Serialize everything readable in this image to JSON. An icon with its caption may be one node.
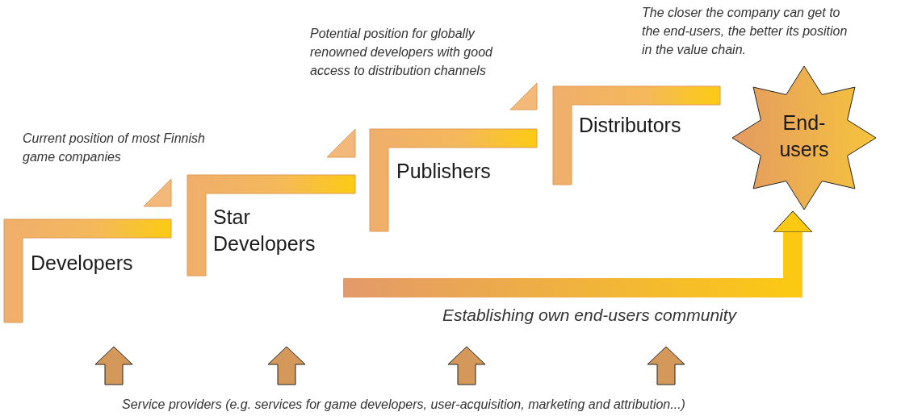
{
  "diagram": {
    "nodes": [
      {
        "text": [
          "Developers"
        ]
      },
      {
        "text": [
          "Star Developers"
        ]
      },
      {
        "text": [
          "Publishers"
        ]
      },
      {
        "text": [
          "Distributors"
        ]
      },
      {
        "text": [
          "End-users"
        ]
      }
    ],
    "edges": [
      {
        "from": null,
        "to": 4,
        "arrow": "to",
        "label": "Establishing own end-users community",
        "color": "#fbc914"
      }
    ],
    "labels": [
      "The closer the company can get to the end-users, the better its position in the value chain.",
      "Potential position for globally renowned developers with good access to distribution channels",
      "Current position of most Finnish game companies",
      "Service providers (e.g. services for game developers, user-acquisition, marketing and attribution...)"
    ]
  }
}
